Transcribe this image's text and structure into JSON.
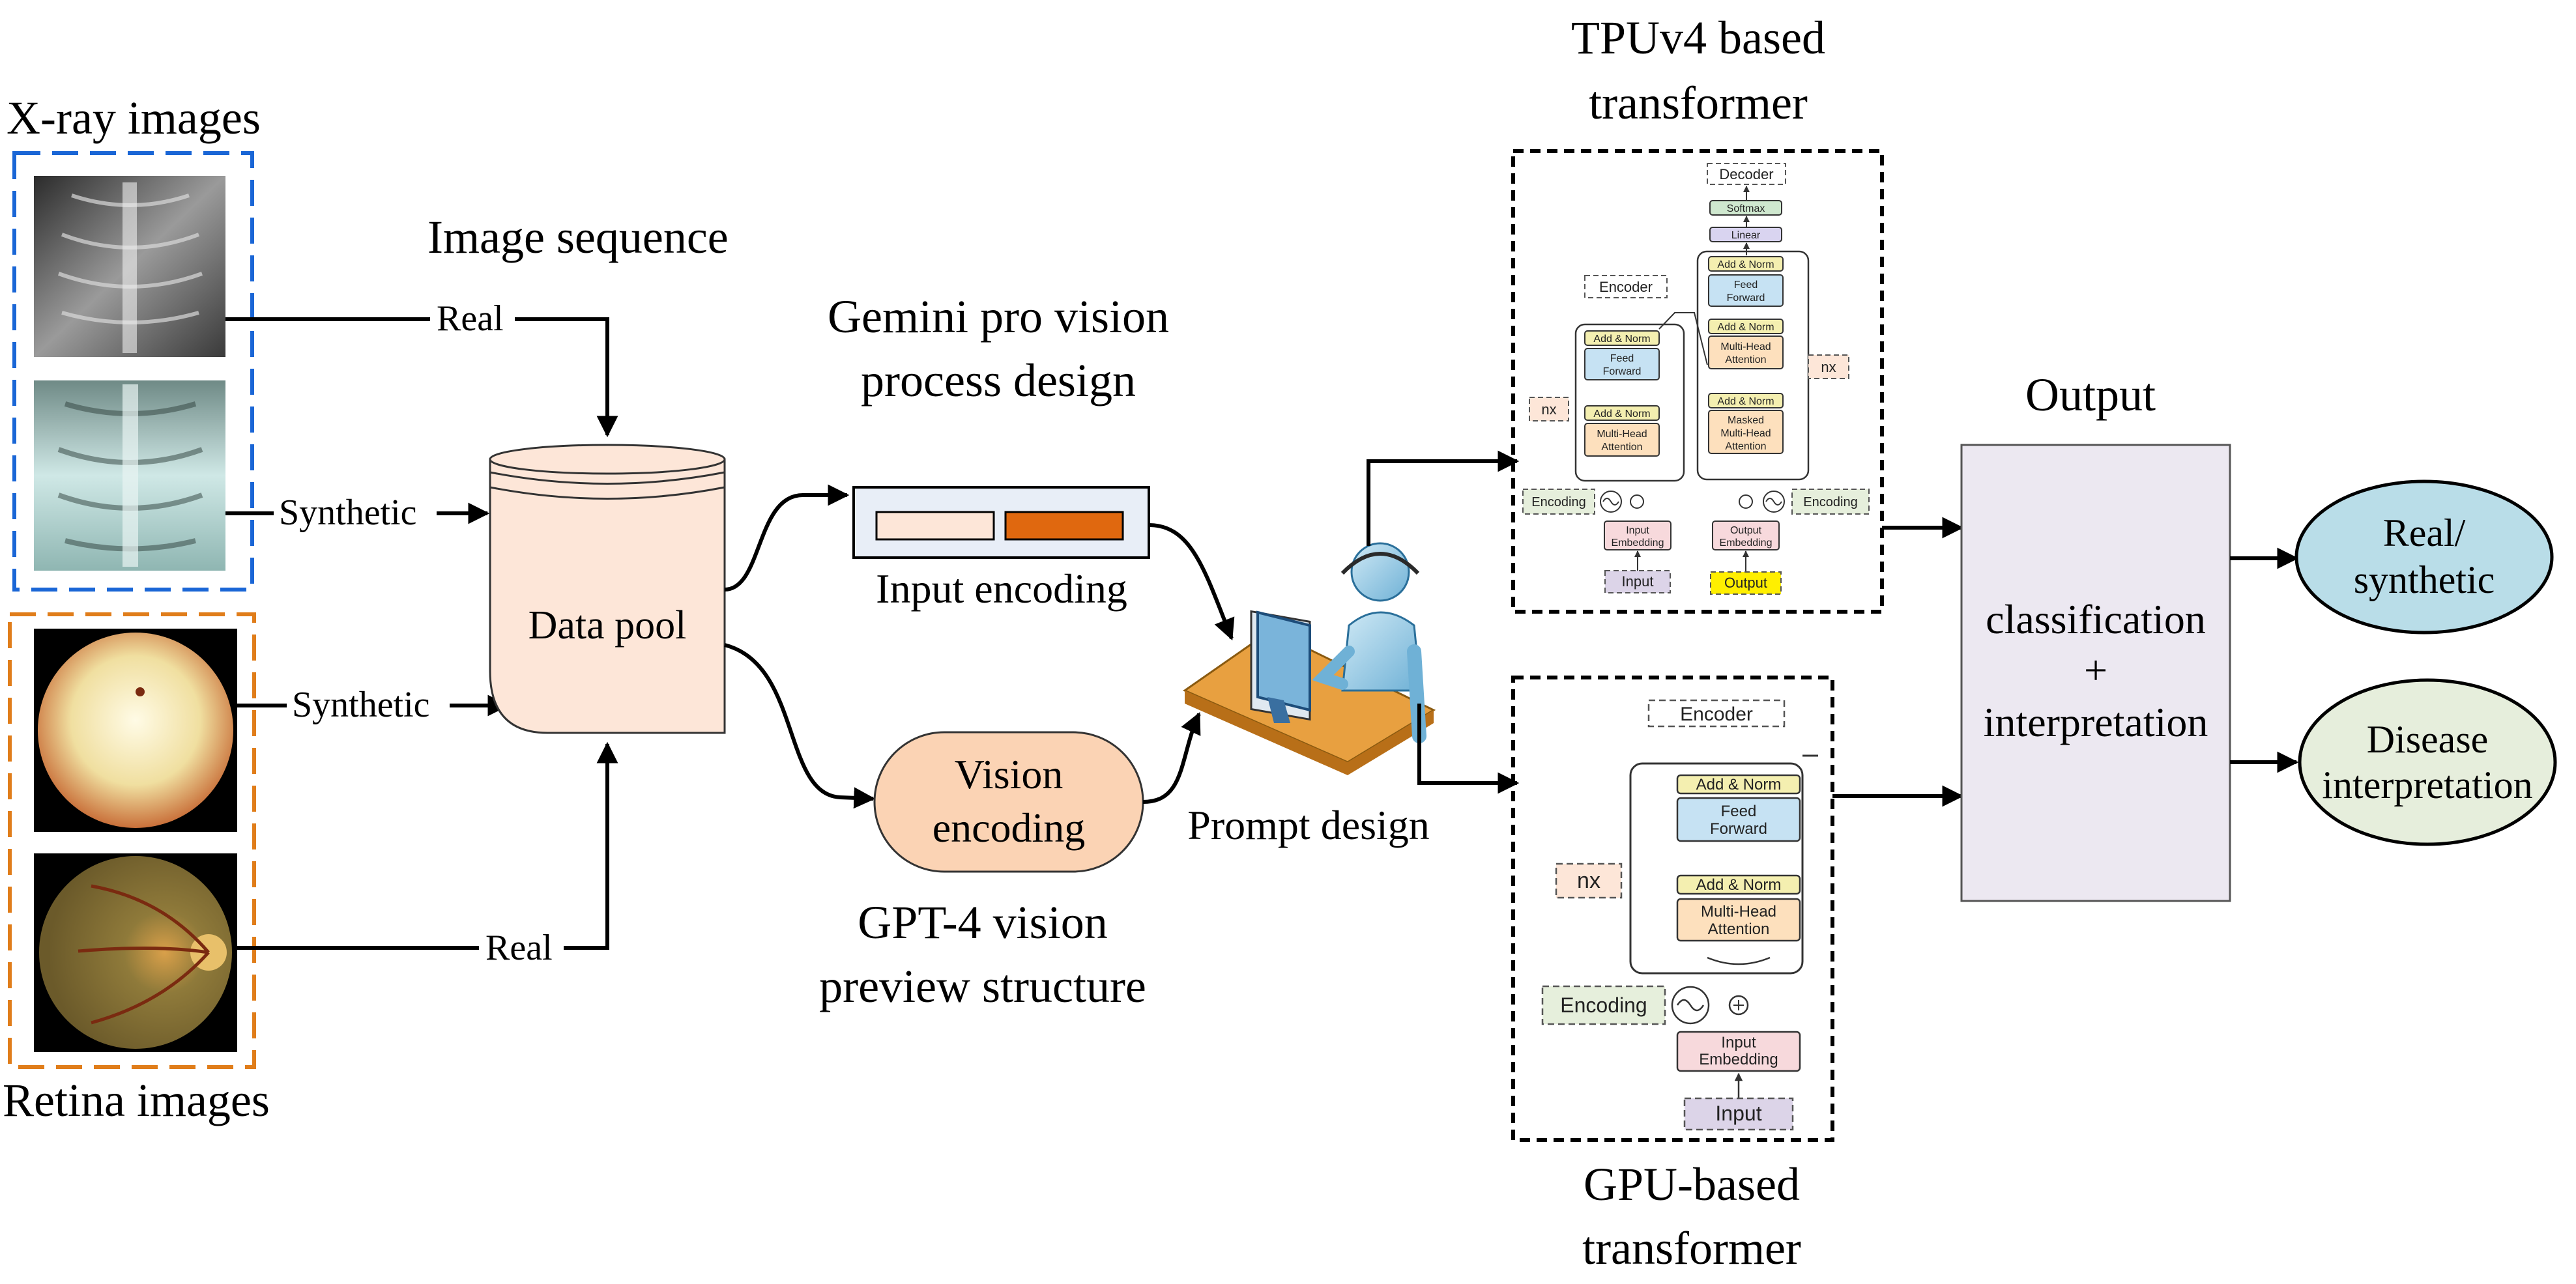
{
  "colors": {
    "xray_box": "#1a66d6",
    "retina_box": "#e07d1a",
    "data_pool": "#fde6d8",
    "vision_encoding": "#fbd3b4",
    "input_encoding_panel": "#e8eef7",
    "input_encoding_bar1": "#fde6d8",
    "input_encoding_bar2": "#e0680f",
    "output_panel": "#ece8f1",
    "real_synthetic": "#b9dde8",
    "disease_interpretation": "#e6eedc",
    "feed_forward": "#c6e2f3",
    "attention": "#fde0bd",
    "add_norm": "#f4efb0",
    "embedding": "#f7d9dc",
    "encoding_tag": "#e6efdc",
    "input_tag": "#dcd4e8",
    "output_tag": "#ffef00",
    "softmax": "#cfe8cf",
    "linear": "#d9d4f0"
  },
  "inputs": {
    "xray_title": "X-ray images",
    "retina_title": "Retina images",
    "image_sequence": "Image sequence",
    "real_label_top": "Real",
    "synthetic_label_xray": "Synthetic",
    "synthetic_label_retina": "Synthetic",
    "real_label_bottom": "Real"
  },
  "data_pool": {
    "label": "Data pool"
  },
  "gemini": {
    "title_line1": "Gemini pro vision",
    "title_line2": "process design",
    "input_encoding": "Input encoding"
  },
  "gpt4": {
    "vision_encoding_line1": "Vision",
    "vision_encoding_line2": "encoding",
    "title_line1": "GPT-4 vision",
    "title_line2": "preview structure"
  },
  "prompt": {
    "label": "Prompt design",
    "icon": "person-at-computer-icon"
  },
  "tpu_transformer": {
    "title_line1": "TPUv4 based",
    "title_line2": "transformer",
    "decoder": "Decoder",
    "softmax": "Softmax",
    "linear": "Linear",
    "encoder": "Encoder",
    "add_norm": "Add & Norm",
    "feed_forward_line1": "Feed",
    "feed_forward_line2": "Forward",
    "mha_line1": "Multi-Head",
    "mha_line2": "Attention",
    "masked_line1": "Masked",
    "masked_line2": "Multi-Head",
    "masked_line3": "Attention",
    "nx": "nx",
    "encoding": "Encoding",
    "input_embedding_line1": "Input",
    "input_embedding_line2": "Embedding",
    "output_embedding_line1": "Output",
    "output_embedding_line2": "Embedding",
    "input": "Input",
    "output": "Output"
  },
  "gpu_transformer": {
    "title_line1": "GPU-based",
    "title_line2": "transformer",
    "encoder": "Encoder",
    "add_norm": "Add & Norm",
    "feed_forward_line1": "Feed",
    "feed_forward_line2": "Forward",
    "mha_line1": "Multi-Head",
    "mha_line2": "Attention",
    "nx": "nx",
    "encoding": "Encoding",
    "input_embedding_line1": "Input",
    "input_embedding_line2": "Embedding",
    "input": "Input"
  },
  "output": {
    "title": "Output",
    "line1": "classification",
    "line2": "+",
    "line3": "interpretation"
  },
  "results": {
    "real_synthetic_line1": "Real/",
    "real_synthetic_line2": "synthetic",
    "disease_line1": "Disease",
    "disease_line2": "interpretation"
  }
}
